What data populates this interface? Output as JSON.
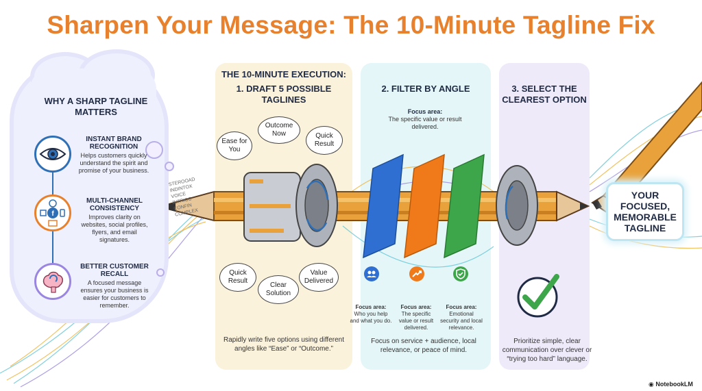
{
  "title": "Sharpen Your Message: The 10-Minute Tagline Fix",
  "why": {
    "heading": "WHY A SHARP TAGLINE MATTERS",
    "items": [
      {
        "title": "INSTANT BRAND RECOGNITION",
        "desc": "Helps customers quickly understand the spirit and promise of your business.",
        "icon": "eye-icon"
      },
      {
        "title": "MULTI-CHANNEL CONSISTENCY",
        "desc": "Improves clarity on websites, social profiles, flyers, and email signatures.",
        "icon": "channels-icon"
      },
      {
        "title": "BETTER CUSTOMER RECALL",
        "desc": "A focused message ensures your business is easier for customers to remember.",
        "icon": "brain-icon"
      }
    ]
  },
  "execution": {
    "label": "THE 10-MINUTE EXECUTION:",
    "step1": {
      "heading": "1. DRAFT 5 POSSIBLE TAGLINES",
      "thoughts_top": [
        "Ease for You",
        "Outcome Now",
        "Quick Result"
      ],
      "thoughts_bottom": [
        "Quick Result",
        "Clear Solution",
        "Value Delivered"
      ],
      "desc": "Rapidly write five options using different angles like “Ease” or “Outcome.”"
    },
    "step2": {
      "heading": "2. FILTER BY ANGLE",
      "focus_top_title": "Focus area:",
      "focus_top_desc": "The specific value or result delivered.",
      "focus": [
        {
          "title": "Focus area:",
          "desc": "Who you help and what you do.",
          "icon": "people-icon",
          "color": "#2f6fd1"
        },
        {
          "title": "Focus area:",
          "desc": "The specific value or result delivered.",
          "icon": "trend-up-icon",
          "color": "#f07a1a"
        },
        {
          "title": "Focus area:",
          "desc": "Emotional security and local relevance.",
          "icon": "shield-check-icon",
          "color": "#3ea64a"
        }
      ],
      "desc": "Focus on service + audience, local relevance, or peace of mind."
    },
    "step3": {
      "heading": "3. SELECT THE CLEAREST OPTION",
      "desc": "Prioritize simple, clear communication over clever or “trying too hard” language."
    }
  },
  "words": [
    "STEROOAD",
    "INDINTOX",
    "VOICE",
    "INTRICC",
    "CONFIN",
    "COMPLEX"
  ],
  "result": "YOUR FOCUSED, MEMORABLE TAGLINE",
  "badge": "NotebookLM",
  "colors": {
    "title": "#e8812e",
    "accent_blue": "#2f6fd1",
    "accent_orange": "#f07a1a",
    "accent_green": "#3ea64a",
    "pencil": "#e9a23b"
  }
}
